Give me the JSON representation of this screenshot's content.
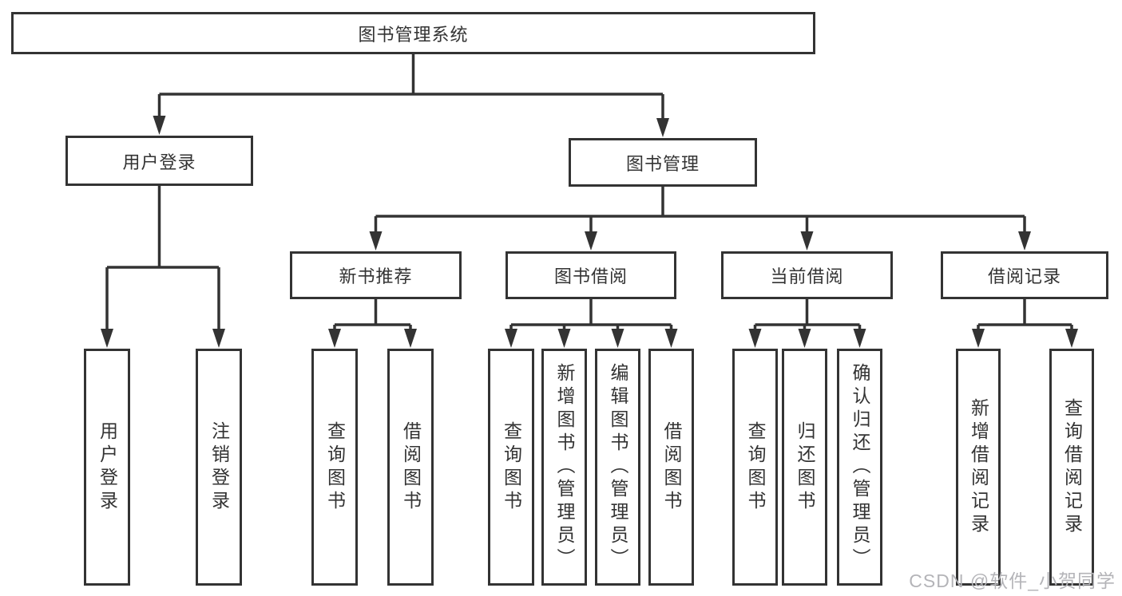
{
  "diagram": {
    "root": {
      "label": "图书管理系统",
      "children": [
        {
          "label": "用户登录",
          "children": [
            {
              "label": "用户登录"
            },
            {
              "label": "注销登录"
            }
          ]
        },
        {
          "label": "图书管理",
          "children": [
            {
              "label": "新书推荐",
              "children": [
                {
                  "label": "查询图书"
                },
                {
                  "label": "借阅图书"
                }
              ]
            },
            {
              "label": "图书借阅",
              "children": [
                {
                  "label": "查询图书"
                },
                {
                  "label": "新增图书（管理员）"
                },
                {
                  "label": "编辑图书（管理员）"
                },
                {
                  "label": "借阅图书"
                }
              ]
            },
            {
              "label": "当前借阅",
              "children": [
                {
                  "label": "查询图书"
                },
                {
                  "label": "归还图书"
                },
                {
                  "label": "确认归还（管理员）"
                }
              ]
            },
            {
              "label": "借阅记录",
              "children": [
                {
                  "label": "新增借阅记录"
                },
                {
                  "label": "查询借阅记录"
                }
              ]
            }
          ]
        }
      ]
    },
    "colors": {
      "line": "#333333",
      "box_border": "#333333",
      "box_fill": "#ffffff",
      "text": "#333333",
      "watermark": "#b4b4b8"
    }
  },
  "watermark": {
    "text": "CSDN @软件_小贺同学"
  }
}
